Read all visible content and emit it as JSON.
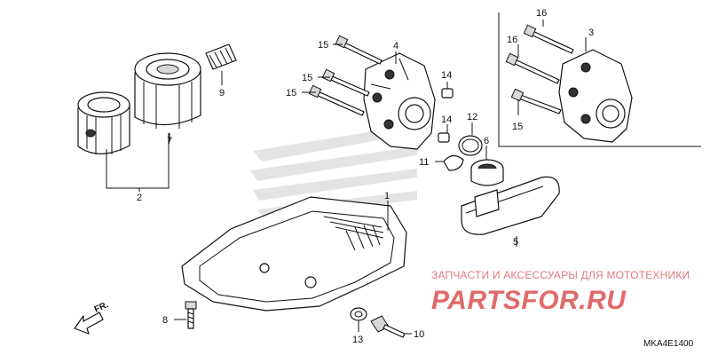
{
  "callouts": {
    "n1": "1",
    "n2": "2",
    "n3": "3",
    "n4": "4",
    "n5": "5",
    "n6": "6",
    "n7": "7",
    "n8": "8",
    "n9": "9",
    "n10": "10",
    "n11": "11",
    "n12": "12",
    "n13": "13",
    "n14a": "14",
    "n14b": "14",
    "n15a": "15",
    "n15b": "15",
    "n15c": "15",
    "n15d": "15",
    "n16a": "16",
    "n16b": "16"
  },
  "front_arrow_label": "FR.",
  "watermark": {
    "subtitle": "ЗАПЧАСТИ И АКСЕССУАРЫ ДЛЯ МОТОТЕХНИКИ",
    "brand": "PARTSFOR.RU"
  },
  "diagram_code": "MKA4E1400",
  "colors": {
    "line": "#111111",
    "watermark": "#e06a6a",
    "background": "#ffffff"
  }
}
